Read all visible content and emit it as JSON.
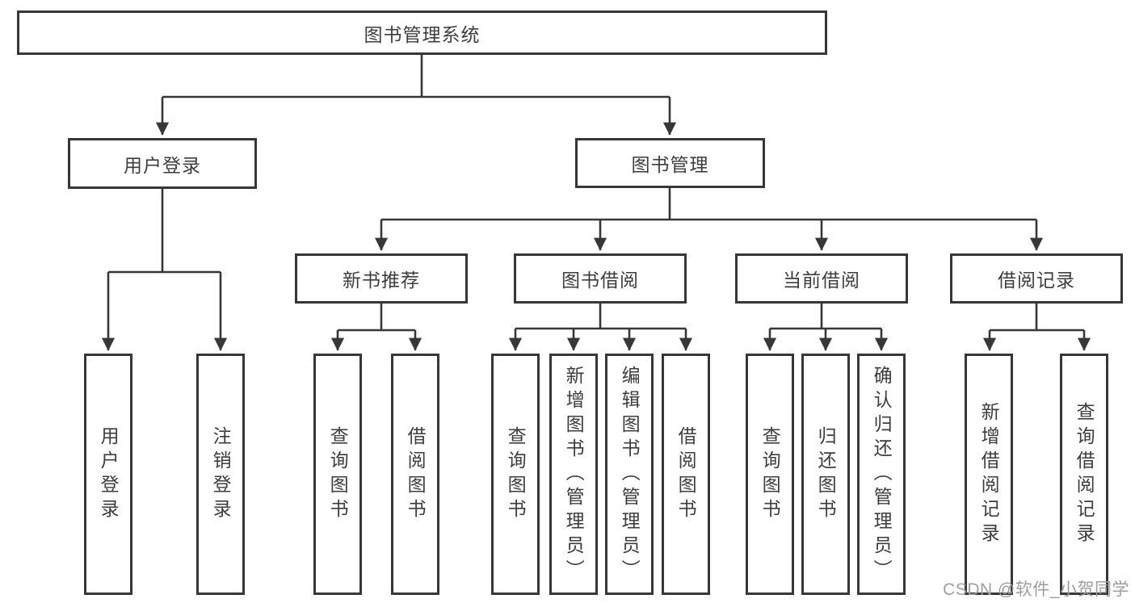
{
  "tree": {
    "root": {
      "label": "图书管理系统"
    },
    "children": [
      {
        "label": "用户登录",
        "children": [
          {
            "label": "用户登录"
          },
          {
            "label": "注销登录"
          }
        ]
      },
      {
        "label": "图书管理",
        "children": [
          {
            "label": "新书推荐",
            "children": [
              {
                "label": "查询图书"
              },
              {
                "label": "借阅图书"
              }
            ]
          },
          {
            "label": "图书借阅",
            "children": [
              {
                "label": "查询图书"
              },
              {
                "label": "新增图书（管理员）"
              },
              {
                "label": "编辑图书（管理员）"
              },
              {
                "label": "借阅图书"
              }
            ]
          },
          {
            "label": "当前借阅",
            "children": [
              {
                "label": "查询图书"
              },
              {
                "label": "归还图书"
              },
              {
                "label": "确认归还（管理员）"
              }
            ]
          },
          {
            "label": "借阅记录",
            "children": [
              {
                "label": "新增借阅记录"
              },
              {
                "label": "查询借阅记录"
              }
            ]
          }
        ]
      }
    ]
  },
  "watermark": {
    "text": "CSDN @软件_小贺同学"
  },
  "colors": {
    "line": "#373737",
    "box_border": "#373737",
    "text": "#3d3d3d",
    "background": "#ffffff",
    "watermark": "#9e9e9e"
  }
}
